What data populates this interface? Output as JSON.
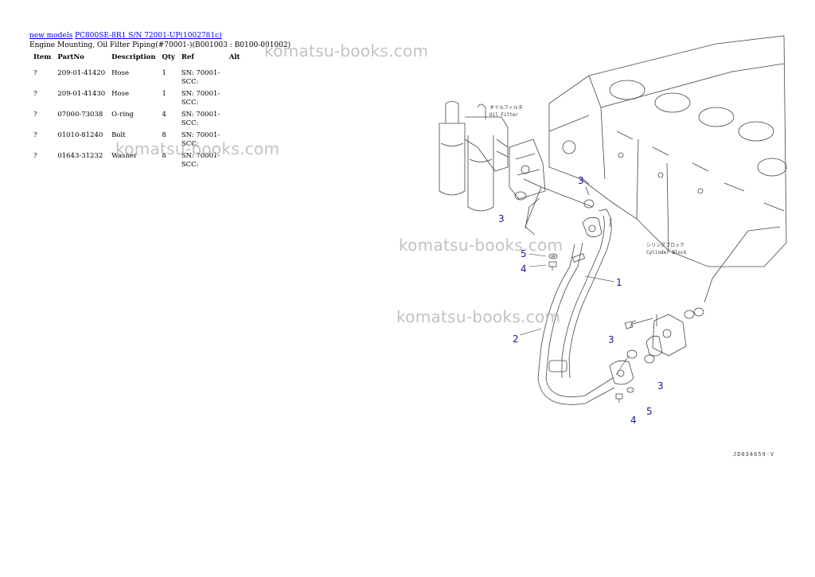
{
  "breadcrumb": {
    "link1": "new models",
    "link2": "PC800SE-8R1 S/N 72001-UP(1002781c)"
  },
  "subtitle": "Engine Mounting, Oil Filter Piping(#70001-)(B001003 : B0100-001002)",
  "table": {
    "headers": [
      "Item",
      "PartNo",
      "Description",
      "Qty",
      "Ref",
      "Alt"
    ],
    "rows": [
      {
        "item": "?",
        "part": "209-01-41420",
        "desc": "Hose",
        "qty": "1",
        "ref": "SN: 70001-SCC:",
        "alt": ""
      },
      {
        "item": "?",
        "part": "209-01-41430",
        "desc": "Hose",
        "qty": "1",
        "ref": "SN: 70001-SCC:",
        "alt": ""
      },
      {
        "item": "?",
        "part": "07000-73038",
        "desc": "O-ring",
        "qty": "4",
        "ref": "SN: 70001-SCC:",
        "alt": ""
      },
      {
        "item": "?",
        "part": "01010-81240",
        "desc": "Bolt",
        "qty": "8",
        "ref": "SN: 70001-SCC:",
        "alt": ""
      },
      {
        "item": "?",
        "part": "01643-31232",
        "desc": "Washer",
        "qty": "8",
        "ref": "SN: 70001-SCC:",
        "alt": ""
      }
    ]
  },
  "watermark": "komatsu-books.com",
  "diagram": {
    "oil_filter_jp": "オイルフィルタ",
    "oil_filter_en": "Oil Filter",
    "cyl_block_jp": "シリンダブロック",
    "cyl_block_en": "Cylinder Block",
    "callouts": [
      "1",
      "2",
      "3",
      "4",
      "5"
    ],
    "code": "JD034659-V"
  }
}
